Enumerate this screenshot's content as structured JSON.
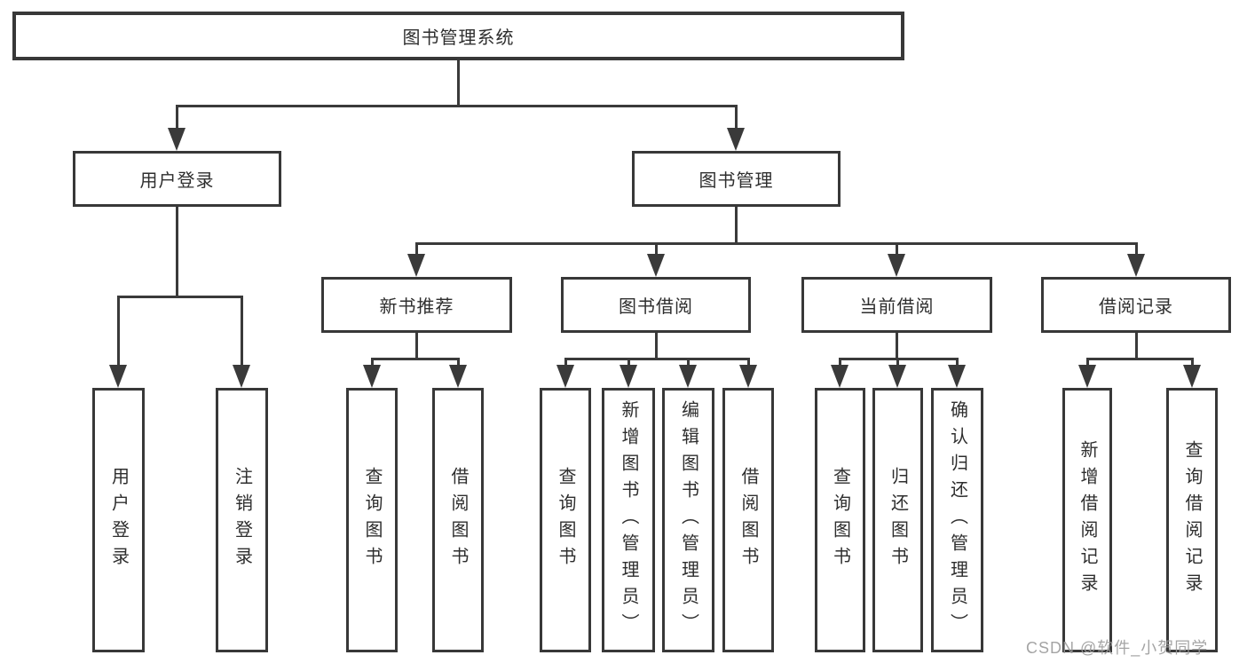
{
  "diagram": {
    "root": {
      "label": "图书管理系统"
    },
    "level2": [
      {
        "label": "用户登录"
      },
      {
        "label": "图书管理"
      }
    ],
    "level3": [
      {
        "label": "新书推荐",
        "parent": "图书管理"
      },
      {
        "label": "图书借阅",
        "parent": "图书管理"
      },
      {
        "label": "当前借阅",
        "parent": "图书管理"
      },
      {
        "label": "借阅记录",
        "parent": "图书管理"
      }
    ],
    "leaves": [
      {
        "label": "用户登录",
        "parent": "用户登录"
      },
      {
        "label": "注销登录",
        "parent": "用户登录"
      },
      {
        "label": "查询图书",
        "parent": "新书推荐"
      },
      {
        "label": "借阅图书",
        "parent": "新书推荐"
      },
      {
        "label": "查询图书",
        "parent": "图书借阅"
      },
      {
        "label": "新增图书（管理员）",
        "parent": "图书借阅"
      },
      {
        "label": "编辑图书（管理员）",
        "parent": "图书借阅"
      },
      {
        "label": "借阅图书",
        "parent": "图书借阅"
      },
      {
        "label": "查询图书",
        "parent": "当前借阅"
      },
      {
        "label": "归还图书",
        "parent": "当前借阅"
      },
      {
        "label": "确认归还（管理员）",
        "parent": "当前借阅"
      },
      {
        "label": "新增借阅记录",
        "parent": "借阅记录"
      },
      {
        "label": "查询借阅记录",
        "parent": "借阅记录"
      }
    ],
    "watermark": "CSDN @软件_小贺同学",
    "colors": {
      "line": "#3a3a3a",
      "background": "#ffffff",
      "watermark": "#9b9b9b"
    }
  }
}
